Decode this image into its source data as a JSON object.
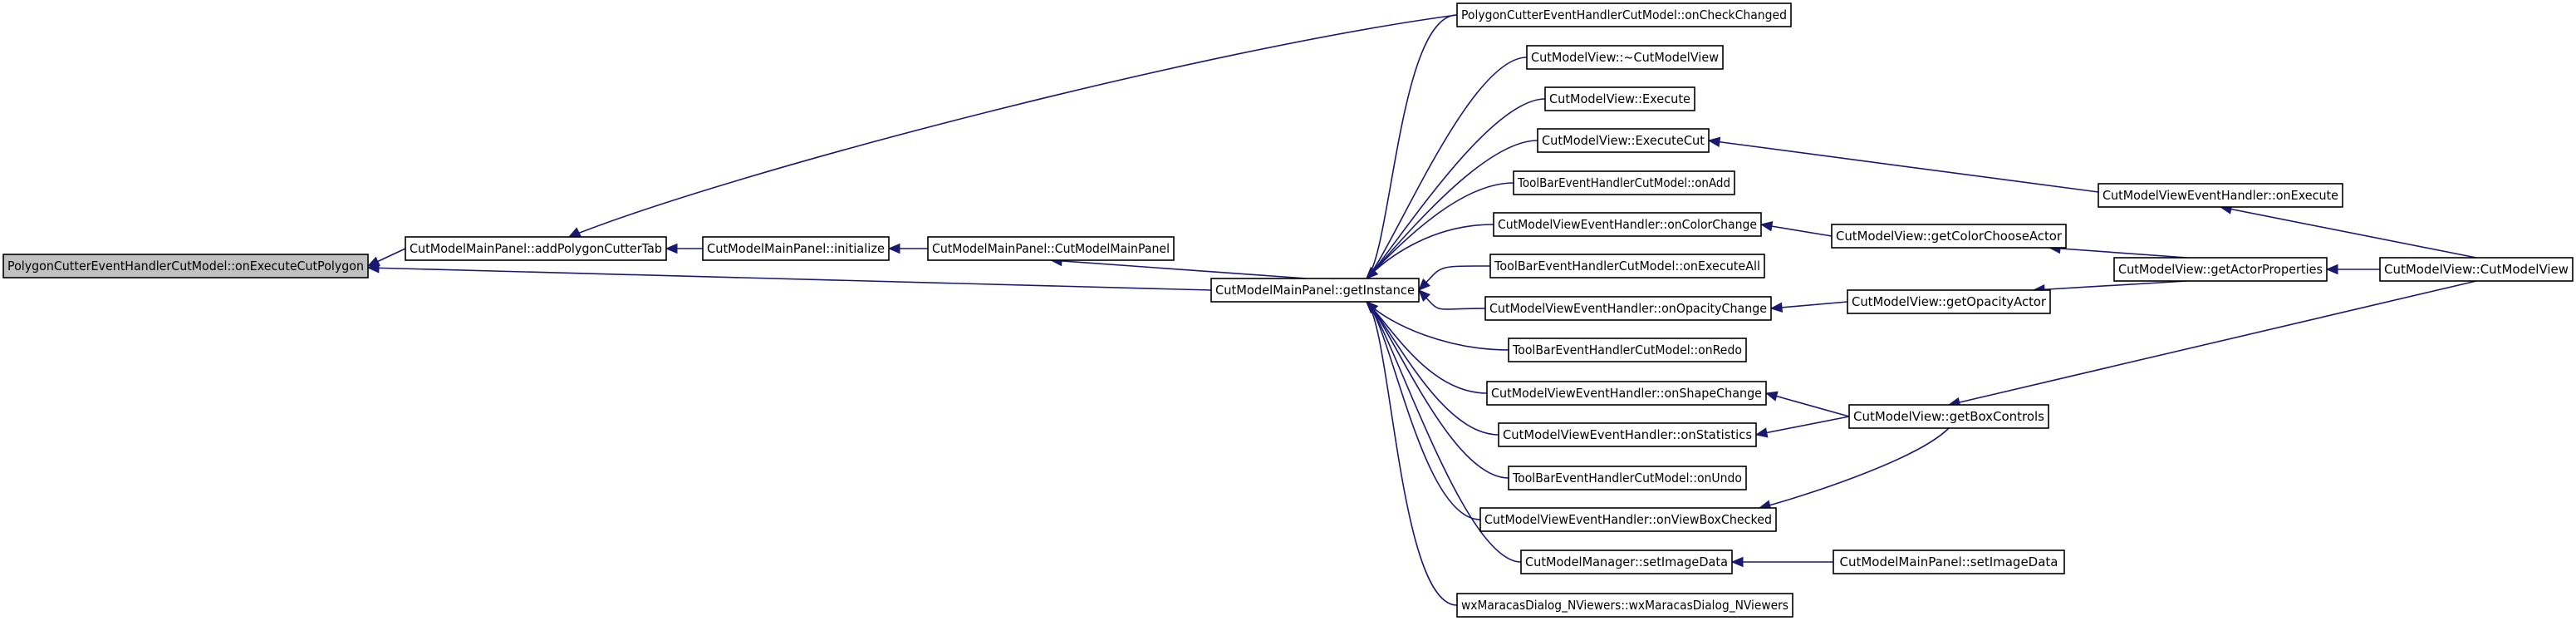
{
  "nodes": [
    {
      "id": "root",
      "label": "PolygonCutterEventHandlerCutModel::onExecuteCutPolygon",
      "highlighted": true
    },
    {
      "id": "addPolygonCutterTab",
      "label": "CutModelMainPanel::addPolygonCutterTab"
    },
    {
      "id": "initialize",
      "label": "CutModelMainPanel::initialize"
    },
    {
      "id": "mainPanelCtor",
      "label": "CutModelMainPanel::CutModelMainPanel"
    },
    {
      "id": "getInstance",
      "label": "CutModelMainPanel::getInstance"
    },
    {
      "id": "onCheckChanged",
      "label": "PolygonCutterEventHandlerCutModel::onCheckChanged"
    },
    {
      "id": "viewDtor",
      "label": "CutModelView::~CutModelView"
    },
    {
      "id": "execute",
      "label": "CutModelView::Execute"
    },
    {
      "id": "executeCut",
      "label": "CutModelView::ExecuteCut"
    },
    {
      "id": "onAdd",
      "label": "ToolBarEventHandlerCutModel::onAdd"
    },
    {
      "id": "onColorChange",
      "label": "CutModelViewEventHandler::onColorChange"
    },
    {
      "id": "onExecuteAll",
      "label": "ToolBarEventHandlerCutModel::onExecuteAll"
    },
    {
      "id": "onOpacityChange",
      "label": "CutModelViewEventHandler::onOpacityChange"
    },
    {
      "id": "onRedo",
      "label": "ToolBarEventHandlerCutModel::onRedo"
    },
    {
      "id": "onShapeChange",
      "label": "CutModelViewEventHandler::onShapeChange"
    },
    {
      "id": "onStatistics",
      "label": "CutModelViewEventHandler::onStatistics"
    },
    {
      "id": "onUndo",
      "label": "ToolBarEventHandlerCutModel::onUndo"
    },
    {
      "id": "onViewBoxChecked",
      "label": "CutModelViewEventHandler::onViewBoxChecked"
    },
    {
      "id": "setImageDataMgr",
      "label": "CutModelManager::setImageData"
    },
    {
      "id": "wxMaracas",
      "label": "wxMaracasDialog_NViewers::wxMaracasDialog_NViewers"
    },
    {
      "id": "getColorChooseActor",
      "label": "CutModelView::getColorChooseActor"
    },
    {
      "id": "getOpacityActor",
      "label": "CutModelView::getOpacityActor"
    },
    {
      "id": "getBoxControls",
      "label": "CutModelView::getBoxControls"
    },
    {
      "id": "setImageDataPanel",
      "label": "CutModelMainPanel::setImageData"
    },
    {
      "id": "onExecuteHandler",
      "label": "CutModelViewEventHandler::onExecute"
    },
    {
      "id": "getActorProperties",
      "label": "CutModelView::getActorProperties"
    },
    {
      "id": "viewCtor",
      "label": "CutModelView::CutModelView"
    }
  ],
  "edges": [
    {
      "from": "addPolygonCutterTab",
      "to": "root"
    },
    {
      "from": "getInstance",
      "to": "root"
    },
    {
      "from": "initialize",
      "to": "addPolygonCutterTab"
    },
    {
      "from": "onCheckChanged",
      "to": "addPolygonCutterTab"
    },
    {
      "from": "mainPanelCtor",
      "to": "initialize"
    },
    {
      "from": "getInstance",
      "to": "mainPanelCtor"
    },
    {
      "from": "onCheckChanged",
      "to": "getInstance"
    },
    {
      "from": "viewDtor",
      "to": "getInstance"
    },
    {
      "from": "execute",
      "to": "getInstance"
    },
    {
      "from": "executeCut",
      "to": "getInstance"
    },
    {
      "from": "onAdd",
      "to": "getInstance"
    },
    {
      "from": "onColorChange",
      "to": "getInstance"
    },
    {
      "from": "onExecuteAll",
      "to": "getInstance"
    },
    {
      "from": "onOpacityChange",
      "to": "getInstance"
    },
    {
      "from": "onRedo",
      "to": "getInstance"
    },
    {
      "from": "onShapeChange",
      "to": "getInstance"
    },
    {
      "from": "onStatistics",
      "to": "getInstance"
    },
    {
      "from": "onUndo",
      "to": "getInstance"
    },
    {
      "from": "onViewBoxChecked",
      "to": "getInstance"
    },
    {
      "from": "setImageDataMgr",
      "to": "getInstance"
    },
    {
      "from": "wxMaracas",
      "to": "getInstance"
    },
    {
      "from": "onExecuteHandler",
      "to": "executeCut"
    },
    {
      "from": "getColorChooseActor",
      "to": "onColorChange"
    },
    {
      "from": "getOpacityActor",
      "to": "onOpacityChange"
    },
    {
      "from": "getBoxControls",
      "to": "onShapeChange"
    },
    {
      "from": "getBoxControls",
      "to": "onStatistics"
    },
    {
      "from": "getBoxControls",
      "to": "onViewBoxChecked"
    },
    {
      "from": "setImageDataPanel",
      "to": "setImageDataMgr"
    },
    {
      "from": "getActorProperties",
      "to": "getColorChooseActor"
    },
    {
      "from": "getActorProperties",
      "to": "getOpacityActor"
    },
    {
      "from": "viewCtor",
      "to": "onExecuteHandler"
    },
    {
      "from": "viewCtor",
      "to": "getActorProperties"
    },
    {
      "from": "viewCtor",
      "to": "getBoxControls"
    }
  ]
}
